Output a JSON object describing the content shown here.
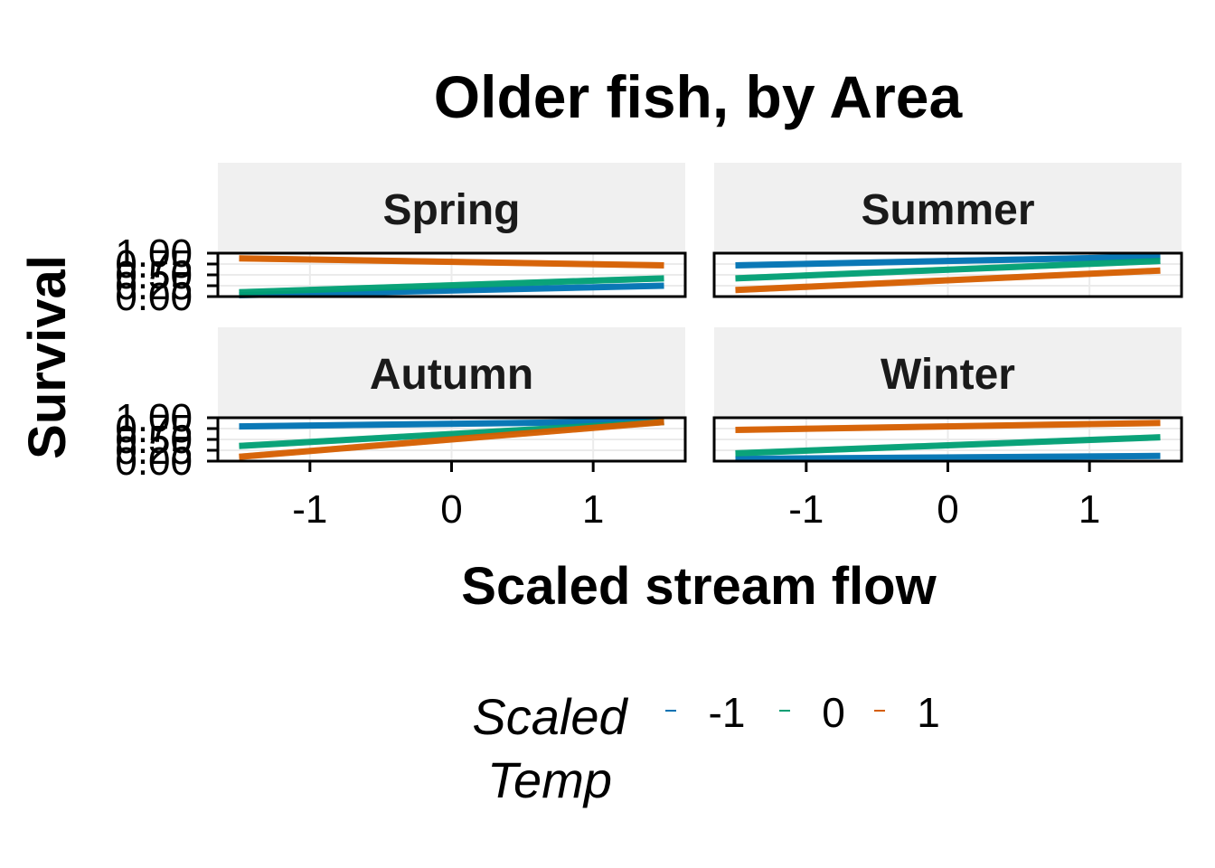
{
  "chart_data": {
    "type": "line",
    "title": "Older fish, by Area",
    "xlabel": "Scaled stream flow",
    "ylabel": "Survival",
    "xlim": [
      -1.65,
      1.65
    ],
    "ylim": [
      0,
      1
    ],
    "x_ticks": [
      -1,
      0,
      1
    ],
    "x_tick_labels": [
      "-1",
      "0",
      "1"
    ],
    "y_ticks": [
      0,
      0.25,
      0.5,
      0.75,
      1
    ],
    "y_tick_labels": [
      "0.00",
      "0.25",
      "0.50",
      "0.75",
      "1.00"
    ],
    "grid": true,
    "legend": {
      "title_lines": [
        "Scaled",
        "Temp"
      ],
      "position": "bottom",
      "entries": [
        "-1",
        "0",
        "1"
      ]
    },
    "colors": {
      "-1": "#0072B2",
      "0": "#009E73",
      "1": "#D55E00",
      "strip_bg": "#f0f0f0",
      "grid": "#ebebeb"
    },
    "x": [
      -1.5,
      1.5
    ],
    "panels": [
      {
        "name": "Spring",
        "series": [
          {
            "name": "-1",
            "values": [
              0.03,
              0.25
            ]
          },
          {
            "name": "0",
            "values": [
              0.1,
              0.42
            ]
          },
          {
            "name": "1",
            "values": [
              0.88,
              0.72
            ]
          }
        ]
      },
      {
        "name": "Summer",
        "series": [
          {
            "name": "-1",
            "values": [
              0.72,
              0.92
            ]
          },
          {
            "name": "0",
            "values": [
              0.42,
              0.82
            ]
          },
          {
            "name": "1",
            "values": [
              0.15,
              0.6
            ]
          }
        ]
      },
      {
        "name": "Autumn",
        "series": [
          {
            "name": "-1",
            "values": [
              0.8,
              0.92
            ]
          },
          {
            "name": "0",
            "values": [
              0.35,
              0.9
            ]
          },
          {
            "name": "1",
            "values": [
              0.1,
              0.9
            ]
          }
        ]
      },
      {
        "name": "Winter",
        "series": [
          {
            "name": "-1",
            "values": [
              0.05,
              0.12
            ]
          },
          {
            "name": "0",
            "values": [
              0.18,
              0.55
            ]
          },
          {
            "name": "1",
            "values": [
              0.72,
              0.88
            ]
          }
        ]
      }
    ]
  }
}
